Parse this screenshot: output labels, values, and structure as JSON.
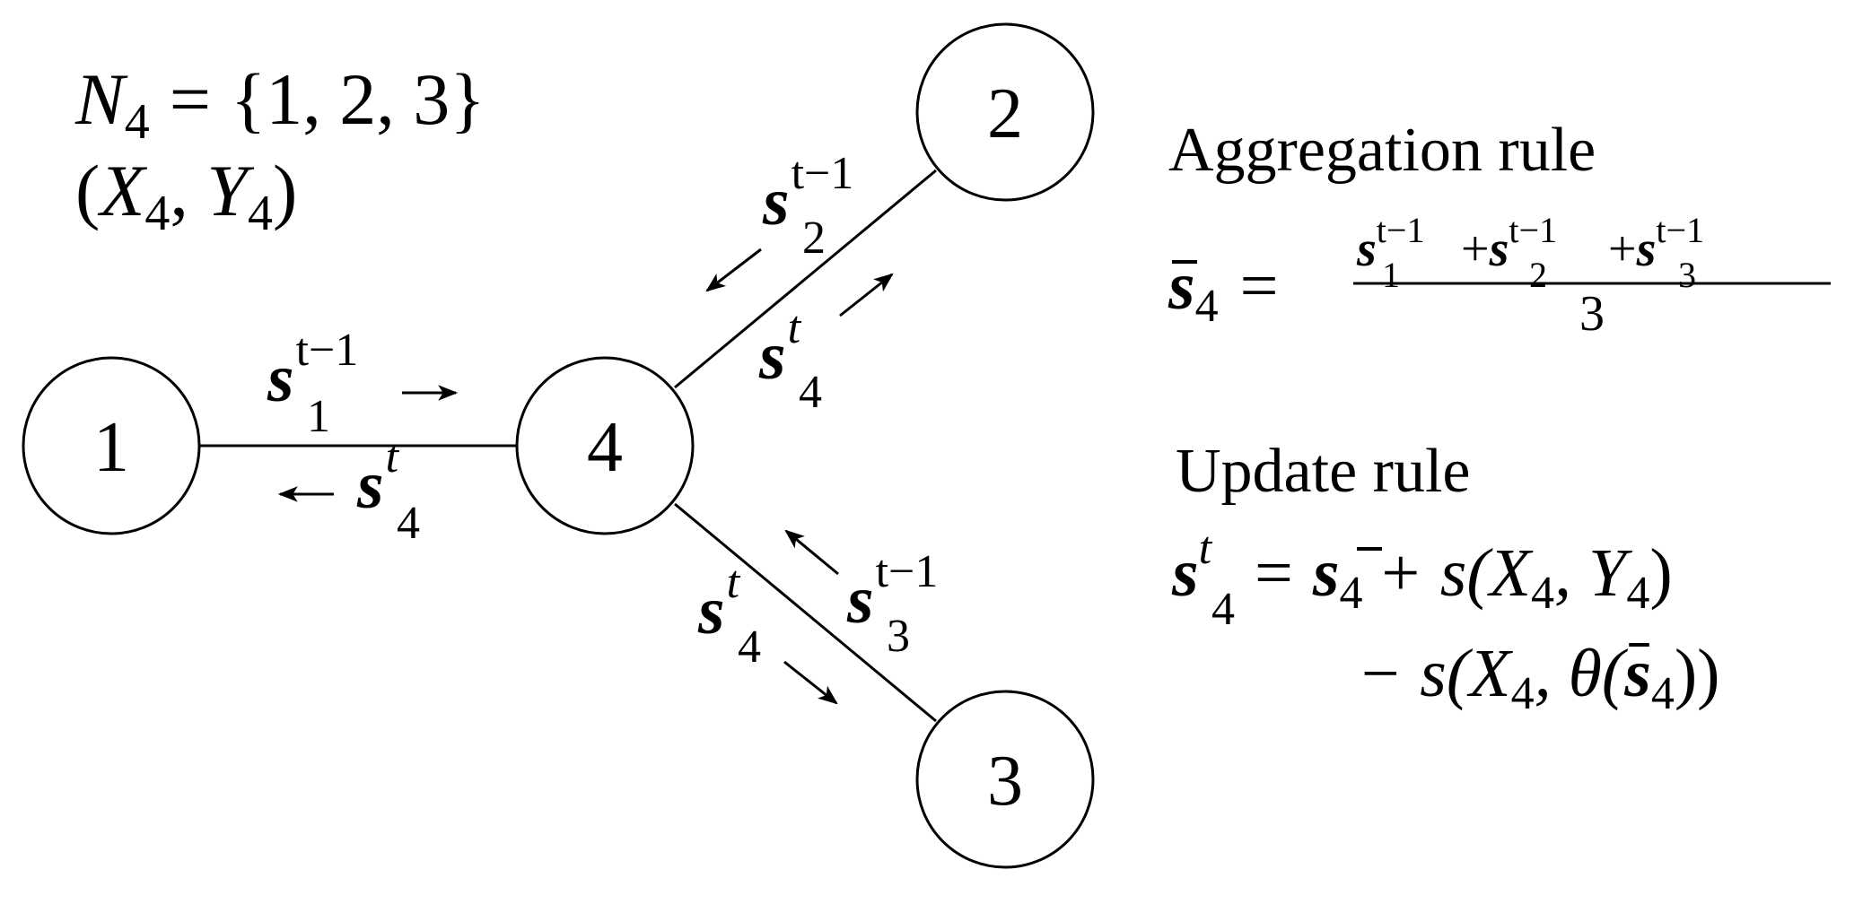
{
  "nodes": [
    {
      "id": "1",
      "label": "1"
    },
    {
      "id": "2",
      "label": "2"
    },
    {
      "id": "3",
      "label": "3"
    },
    {
      "id": "4",
      "label": "4"
    }
  ],
  "neighborhood": {
    "symbol": "N",
    "subscript": "4",
    "equals": "=",
    "set": "{1, 2, 3}",
    "pair_open": "(",
    "pair_x": "X",
    "pair_x_sub": "4",
    "pair_comma": ", ",
    "pair_y": "Y",
    "pair_y_sub": "4",
    "pair_close": ")"
  },
  "messages": {
    "s": "s",
    "prev": "t−1",
    "curr": "t",
    "sub1": "1",
    "sub2": "2",
    "sub3": "3",
    "sub4": "4"
  },
  "aggregation": {
    "title": "Aggregation rule",
    "lhs_sub": "4",
    "equals": "=",
    "plus": "+",
    "denominator": "3"
  },
  "update": {
    "title": "Update rule",
    "line1_rhs": "+ s(X",
    "line1_tail": ", Y",
    "line1_close": ")",
    "line2_start": "− s(X",
    "line2_mid": ", θ(",
    "line2_close": "))"
  }
}
